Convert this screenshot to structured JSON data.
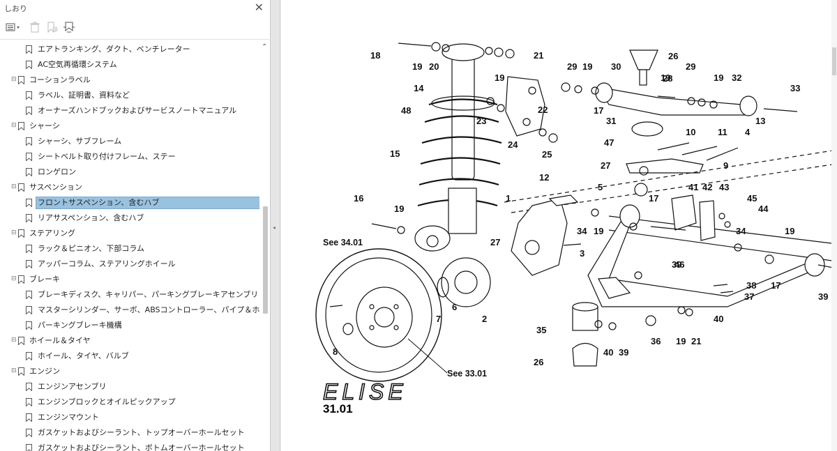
{
  "panel": {
    "title": "しおり",
    "close_icon": "close-icon",
    "toolbar": {
      "options_icon": "list-options-icon",
      "delete_icon": "trash-icon",
      "new_bookmark_icon": "new-bookmark-icon",
      "find_current_icon": "find-current-bookmark-icon"
    }
  },
  "bookmarks": [
    {
      "label": "エアトランキング、ダクト、ベンチレーター",
      "level": 1
    },
    {
      "label": "AC空気再循環システム",
      "level": 1
    },
    {
      "label": "コーションラベル",
      "level": 0
    },
    {
      "label": "ラベル、証明書、資料など",
      "level": 1
    },
    {
      "label": "オーナーズハンドブックおよびサービスノートマニュアル",
      "level": 1
    },
    {
      "label": "シャーシ",
      "level": 0
    },
    {
      "label": "シャーシ、サブフレーム",
      "level": 1
    },
    {
      "label": "シートベルト取り付けフレーム、ステー",
      "level": 1
    },
    {
      "label": "ロンゲロン",
      "level": 1
    },
    {
      "label": "サスペンション",
      "level": 0
    },
    {
      "label": "フロントサスペンション、含むハブ",
      "level": 1,
      "selected": true
    },
    {
      "label": "リアサスペンション、含むハブ",
      "level": 1
    },
    {
      "label": "ステアリング",
      "level": 0
    },
    {
      "label": "ラック＆ピニオン、下部コラム",
      "level": 1
    },
    {
      "label": "アッパーコラム、ステアリングホイール",
      "level": 1
    },
    {
      "label": "ブレーキ",
      "level": 0
    },
    {
      "label": "ブレーキディスク、キャリパー、パーキングブレーキアセンブリ",
      "level": 1
    },
    {
      "label": "マスターシリンダー、サーボ、ABSコントローラー、パイプ＆ホ",
      "level": 1
    },
    {
      "label": "パーキングブレーキ機構",
      "level": 1
    },
    {
      "label": "ホイール＆タイヤ",
      "level": 0
    },
    {
      "label": "ホイール、タイヤ、バルブ",
      "level": 1
    },
    {
      "label": "エンジン",
      "level": 0
    },
    {
      "label": "エンジンアセンブリ",
      "level": 1
    },
    {
      "label": "エンジンブロックとオイルピックアップ",
      "level": 1
    },
    {
      "label": "エンジンマウント",
      "level": 1
    },
    {
      "label": "ガスケットおよびシーラント、トップオーバーホールセット",
      "level": 1
    },
    {
      "label": "ガスケットおよびシーラント、ボトムオーバーホールセット",
      "level": 1
    }
  ],
  "document": {
    "logo_text": "ELISE",
    "page_number": "31.01",
    "references": [
      "See 34.01",
      "See 33.01"
    ],
    "callouts": [
      "18",
      "19",
      "20",
      "21",
      "19",
      "14",
      "48",
      "15",
      "16",
      "19",
      "23",
      "24",
      "22",
      "25",
      "29",
      "19",
      "30",
      "26",
      "19",
      "28",
      "29",
      "19",
      "32",
      "33",
      "17",
      "31",
      "13",
      "47",
      "10",
      "11",
      "4",
      "27",
      "9",
      "12",
      "5",
      "1",
      "41",
      "42",
      "43",
      "45",
      "17",
      "44",
      "34",
      "19",
      "27",
      "3",
      "39",
      "46",
      "34",
      "19",
      "17",
      "7",
      "6",
      "2",
      "8",
      "38",
      "37",
      "39",
      "40",
      "35",
      "36",
      "19",
      "21",
      "40",
      "39",
      "26"
    ]
  }
}
